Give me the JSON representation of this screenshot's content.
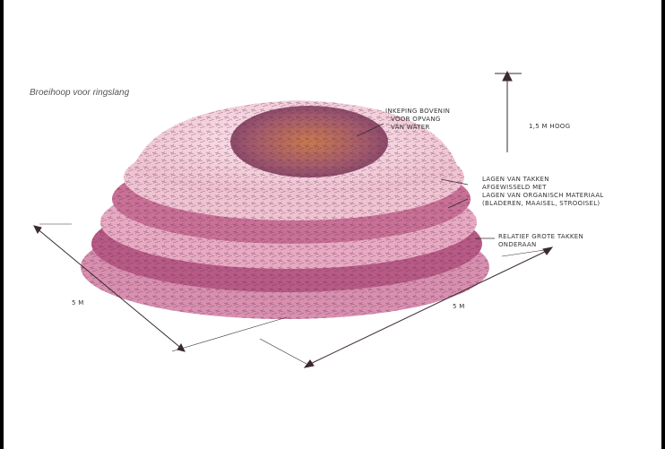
{
  "header": {
    "top_text": ""
  },
  "diagram": {
    "title": "Broeihoop voor ringslang",
    "height_label": "1,5 m hoog",
    "top_annotation": [
      "Inkeping bovenin",
      "voor opvang",
      "van water"
    ],
    "layer_annotation": [
      "Lagen van takken",
      "afgewisseld met",
      "lagen van organisch materiaal",
      "(bladeren, maaisel, strooisel)"
    ],
    "base_annotation": [
      "Relatief grote takken",
      "onderaan"
    ],
    "dim_left": "5 m",
    "dim_right": "5 m"
  },
  "colors": {
    "light_pink": "#f2c9d6",
    "mid_pink": "#d98aa8",
    "deep_magenta": "#a84473",
    "purple": "#7b3f68",
    "orange": "#c9794d",
    "ink": "#3a2a30"
  }
}
